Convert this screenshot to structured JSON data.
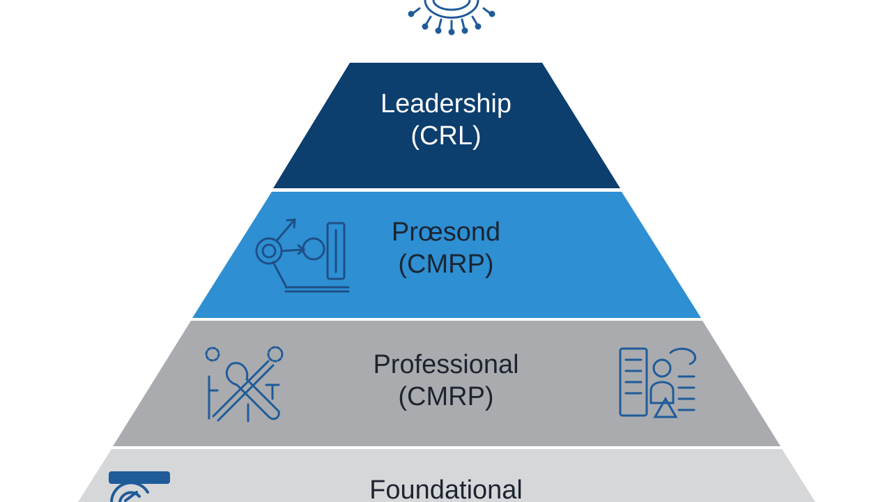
{
  "diagram": {
    "tiers": [
      {
        "line1": "Leadership",
        "line2": "(CRL)",
        "color": "#0c3e6e"
      },
      {
        "line1": "Prœsond",
        "line2": "(CMRP)",
        "color": "#2e8fd3"
      },
      {
        "line1": "Professional",
        "line2": "(CMRP)",
        "color": "#a9abae"
      },
      {
        "line1": "Foundational",
        "line2": "",
        "color": "#d6d7d9"
      }
    ],
    "icons": {
      "top": "network-gear-icon",
      "tier2_left": "process-diagram-icon",
      "tier3_left": "tools-wrench-icon",
      "tier3_right": "checklist-person-icon",
      "tier4_left": "gauge-icon"
    },
    "icon_color": "#1f5b99"
  }
}
